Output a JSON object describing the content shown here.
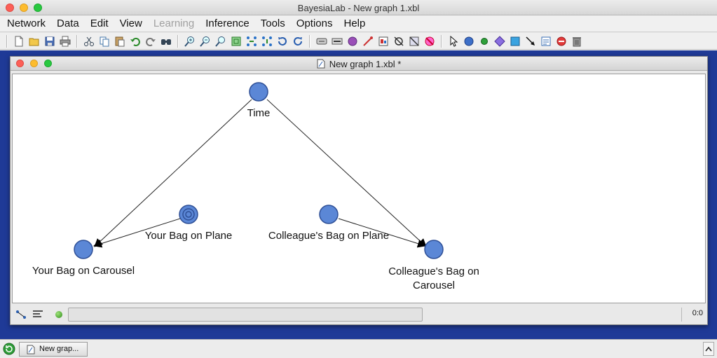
{
  "app": {
    "title": "BayesiaLab - New graph 1.xbl"
  },
  "menubar": {
    "items": [
      {
        "label": "Network",
        "disabled": false
      },
      {
        "label": "Data",
        "disabled": false
      },
      {
        "label": "Edit",
        "disabled": false
      },
      {
        "label": "View",
        "disabled": false
      },
      {
        "label": "Learning",
        "disabled": true
      },
      {
        "label": "Inference",
        "disabled": false
      },
      {
        "label": "Tools",
        "disabled": false
      },
      {
        "label": "Options",
        "disabled": false
      },
      {
        "label": "Help",
        "disabled": false
      }
    ]
  },
  "toolbar": {
    "icons": [
      "new-file-icon",
      "open-folder-icon",
      "save-icon",
      "print-icon",
      "cut-icon",
      "copy-icon",
      "paste-icon",
      "undo-icon",
      "redo-icon",
      "find-icon",
      "zoom-in-icon",
      "zoom-out-icon",
      "zoom-reset-icon",
      "fit-to-window-icon",
      "layout-icon",
      "layout-spread-icon",
      "rotate-left-icon",
      "rotate-right-icon",
      "node-display-icon",
      "arc-display-icon",
      "node-icon",
      "link-icon",
      "monitor-icon",
      "hide-icon",
      "filter-icon",
      "disable-icon",
      "select-arrow-icon",
      "add-node-icon",
      "add-constraint-icon",
      "add-decision-icon",
      "add-utility-icon",
      "add-arc-icon",
      "add-note-icon",
      "delete-stop-icon",
      "trash-icon"
    ]
  },
  "document": {
    "title": "New graph 1.xbl *",
    "nodes": [
      {
        "id": "time",
        "label": "Time"
      },
      {
        "id": "your-bag-on-plane",
        "label": "Your Bag on Plane"
      },
      {
        "id": "colleagues-bag-on-plane",
        "label": "Colleague's Bag on Plane"
      },
      {
        "id": "your-bag-on-carousel",
        "label": "Your Bag on Carousel"
      },
      {
        "id": "colleagues-bag-on-carousel",
        "label": "Colleague's Bag on\nCarousel"
      }
    ],
    "node_colors": {
      "fill": "#5b87d6",
      "stroke": "#2e4f96"
    }
  },
  "statusbar": {
    "coordinates": "0:0"
  },
  "taskbar": {
    "tab_label": "New grap..."
  }
}
